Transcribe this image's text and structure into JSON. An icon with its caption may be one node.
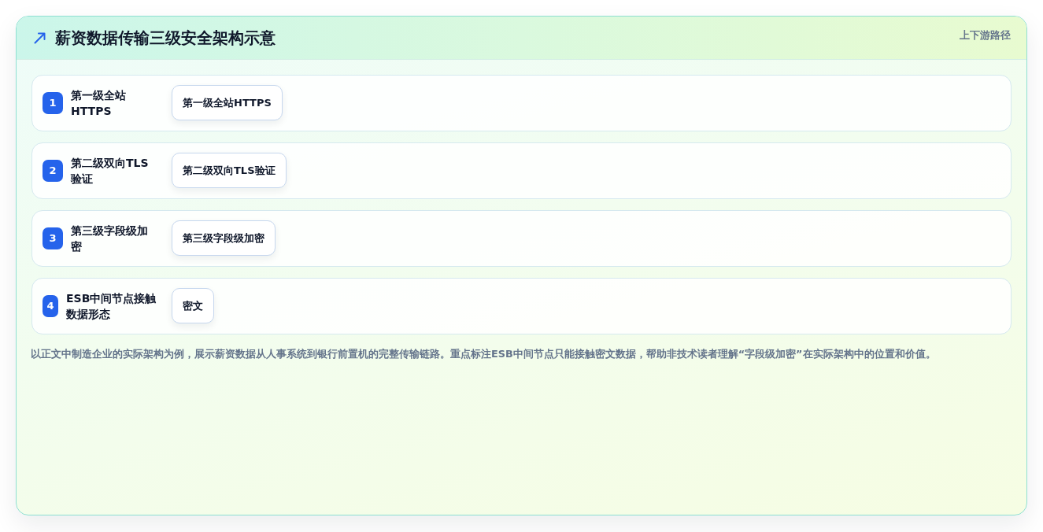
{
  "diagram": {
    "title": "薪资数据传输三级安全架构示意",
    "caption": "以正文中制造企业的实际架构为例，展示薪资数据从人事系统到银行前置机的完整传输链路。重点标注ESB中间节点只能接触密文数据，帮助非技术读者理解“字段级加密”在实际架构中的位置和价值。",
    "nodes": [
      {
        "text": [
          "1",
          "第一级全站HTTPS"
        ]
      },
      {
        "text": [
          "第一级全站HTTPS"
        ],
        "in": 0
      },
      {
        "text": [
          "2",
          "第二级双向TLS验证"
        ]
      },
      {
        "text": [
          "第二级双向TLS验证"
        ],
        "in": 2
      },
      {
        "text": [
          "3",
          "第三级字段级加密"
        ]
      },
      {
        "text": [
          "第三级字段级加密"
        ],
        "in": 4
      },
      {
        "text": [
          "4",
          "ESB中间节点接触数据形态"
        ]
      },
      {
        "text": [
          "密文"
        ],
        "in": 6
      }
    ],
    "labels": [
      "上下游路径"
    ]
  }
}
